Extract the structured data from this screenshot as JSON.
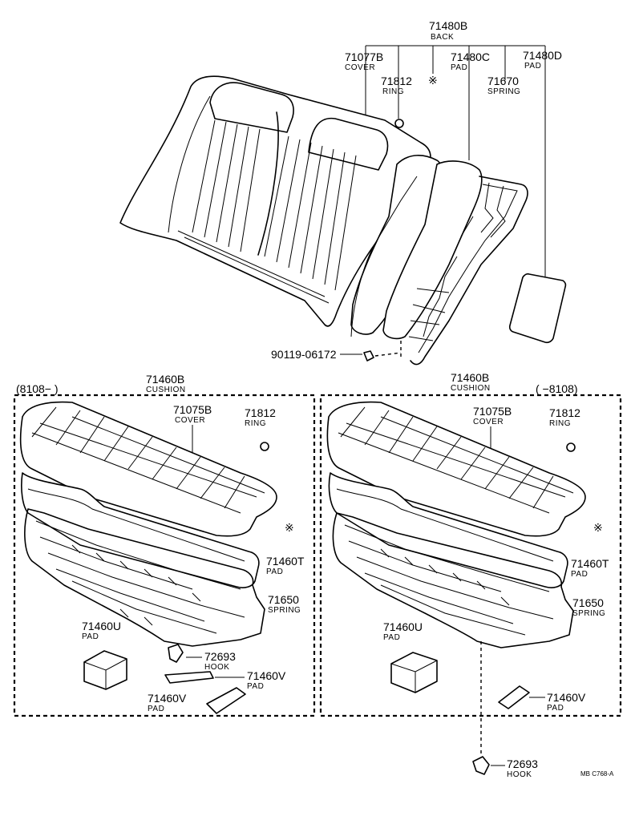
{
  "back_assembly": {
    "part_no": "71480B",
    "name": "BACK",
    "parts": [
      {
        "id": "back-cover",
        "part_no": "71077B",
        "name": "COVER"
      },
      {
        "id": "back-ring",
        "part_no": "71812",
        "name": "RING"
      },
      {
        "id": "back-pad-c",
        "part_no": "71480C",
        "name": "PAD"
      },
      {
        "id": "back-pad-d",
        "part_no": "71480D",
        "name": "PAD"
      },
      {
        "id": "back-spring",
        "part_no": "71670",
        "name": "SPRING"
      }
    ],
    "screw_part_no": "90119-06172",
    "asterisk": "※"
  },
  "left_cushion": {
    "period": "(8108−        )",
    "part_no": "71460B",
    "name": "CUSHION",
    "parts": [
      {
        "id": "cover",
        "part_no": "71075B",
        "name": "COVER"
      },
      {
        "id": "ring",
        "part_no": "71812",
        "name": "RING"
      },
      {
        "id": "pad-t",
        "part_no": "71460T",
        "name": "PAD"
      },
      {
        "id": "spring",
        "part_no": "71650",
        "name": "SPRING"
      },
      {
        "id": "pad-u",
        "part_no": "71460U",
        "name": "PAD"
      },
      {
        "id": "hook",
        "part_no": "72693",
        "name": "HOOK"
      },
      {
        "id": "pad-v1",
        "part_no": "71460V",
        "name": "PAD"
      },
      {
        "id": "pad-v2",
        "part_no": "71460V",
        "name": "PAD"
      }
    ],
    "asterisk": "※"
  },
  "right_cushion": {
    "period": "(        −8108)",
    "part_no": "71460B",
    "name": "CUSHION",
    "parts": [
      {
        "id": "cover",
        "part_no": "71075B",
        "name": "COVER"
      },
      {
        "id": "ring",
        "part_no": "71812",
        "name": "RING"
      },
      {
        "id": "pad-t",
        "part_no": "71460T",
        "name": "PAD"
      },
      {
        "id": "spring",
        "part_no": "71650",
        "name": "SPRING"
      },
      {
        "id": "pad-u",
        "part_no": "71460U",
        "name": "PAD"
      },
      {
        "id": "pad-v",
        "part_no": "71460V",
        "name": "PAD"
      },
      {
        "id": "hook",
        "part_no": "72693",
        "name": "HOOK"
      }
    ],
    "asterisk": "※"
  },
  "drawing_code": "MB C768-A"
}
